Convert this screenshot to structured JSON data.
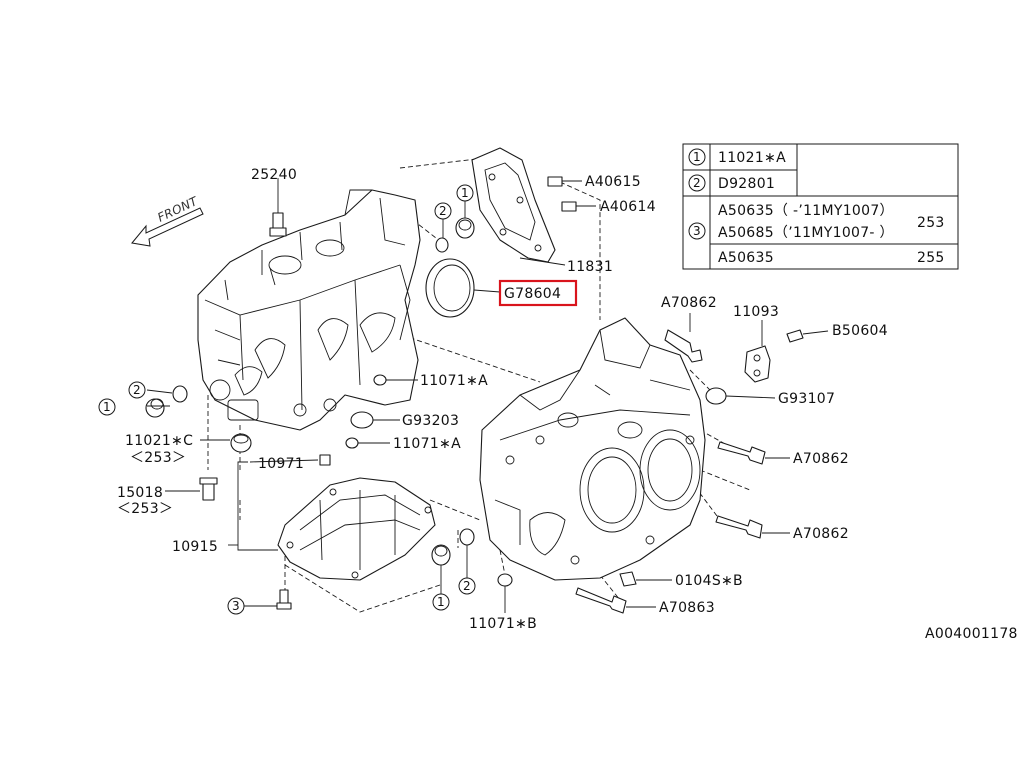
{
  "legend": {
    "rows": [
      {
        "num": "1",
        "lines": [
          "11021∗A"
        ],
        "qty": ""
      },
      {
        "num": "2",
        "lines": [
          "D92801"
        ],
        "qty": ""
      },
      {
        "num": "3",
        "lines": [
          "A50635（ -’11MY1007）",
          "A50685（’11MY1007- ）"
        ],
        "qty": "253"
      },
      {
        "num": "",
        "lines": [
          "A50635"
        ],
        "qty": "255"
      }
    ]
  },
  "labels": {
    "p25240": "25240",
    "a40615": "A40615",
    "a40614": "A40614",
    "p11831": "11831",
    "g78604": "G78604",
    "a70862_top": "A70862",
    "p11093": "11093",
    "b50604": "B50604",
    "p11071a_1": "11071∗A",
    "g93203": "G93203",
    "p11071a_2": "11071∗A",
    "g93107": "G93107",
    "p11021c": "11021∗C",
    "p11021c_sub": "＜253＞",
    "p10971": "10971",
    "a70862_mid": "A70862",
    "p15018": "15018",
    "p15018_sub": "＜253＞",
    "p10915": "10915",
    "a70862_low": "A70862",
    "p0104sb": "0104S∗B",
    "a70863": "A70863",
    "p11071b": "11071∗B",
    "ref": "A004001178",
    "front": "FRONT"
  },
  "callouts": {
    "c1_left": "1",
    "c2_left": "2",
    "c1_top": "1",
    "c2_top": "2",
    "c3_bottom": "3",
    "c1_bottom": "1",
    "c2_bottom": "2"
  },
  "highlight": {
    "part": "G78604",
    "color": "#d9141c"
  }
}
